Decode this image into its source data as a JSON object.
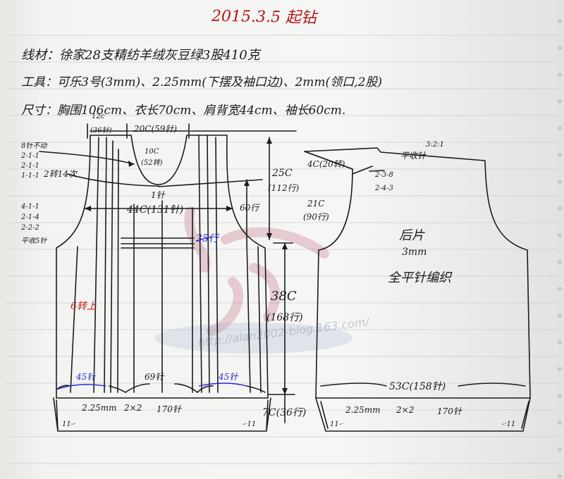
{
  "title": "2015.3.5 起钻",
  "specs": {
    "yarn": "线材：徐家28支精纺羊绒灰豆绿3股410克",
    "tools": "工具：可乐3号(3mm)、2.25mm(下摆及袖口边)、2mm(领口,2股)",
    "size": "尺寸：胸围106cm、衣长70cm、肩背宽44cm、袖长60cm."
  },
  "front": {
    "neck_width_top": "12c",
    "neck_width_stitches": "(36针)",
    "shoulder": "20C(59针)",
    "neck_depth": "10C",
    "neck_depth_stitches": "(52转)",
    "one_stitch": "1针",
    "chest": "44C(131针)",
    "armhole_rows": "60行",
    "cable_rows": "35行",
    "width_left": "45针",
    "width_mid": "69针",
    "width_right": "45针",
    "length_25": "25C",
    "length_25_rows": "(112行)",
    "length_38": "38C",
    "length_38_rows": "(168行)",
    "hem_height": "7C(36行)",
    "hem_needle": "2.25mm",
    "hem_rib": "2×2",
    "hem_stitches": "170针",
    "red_note": "6转上",
    "dec_neck": "2转14次",
    "dec_top": [
      "8针不动",
      "2-1-1",
      "2-1-1",
      "1-1-1"
    ],
    "dec_arm": [
      "4-1-1",
      "2-1-4",
      "2-2-2",
      "平收5针"
    ],
    "corner_left": "11-·",
    "corner_right": "-·11"
  },
  "back": {
    "neck_width": "4C(20转)",
    "shoulder_flat": "平收针",
    "shoulder_ratio": "3:2:1",
    "shoulder_dec": [
      "2-3-8",
      "2-4-3"
    ],
    "armhole": "21C",
    "armhole_rows": "(90行)",
    "label": "后片",
    "needle": "3mm",
    "method": "全平针编织",
    "width": "53C(158针)",
    "hem_needle": "2.25mm",
    "hem_rib": "2×2",
    "hem_stitches": "170针",
    "corner_left": "11-·",
    "corner_right": "-·11"
  },
  "watermark": "http://alan2002-blog.163.com/",
  "colors": {
    "ink": "#1a1a1a",
    "title_red": "#b01818",
    "note_red": "#c2261e",
    "blue": "#2a2ad0",
    "paper": "#f3f3f1",
    "rule": "#b9c5d3"
  }
}
